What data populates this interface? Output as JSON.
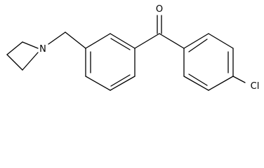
{
  "molecule": {
    "atom_labels": {
      "oxygen": "O",
      "nitrogen": "N",
      "chlorine": "Cl"
    },
    "colors": {
      "bond": "#000000",
      "label": "#000000",
      "background": "#ffffff"
    }
  }
}
